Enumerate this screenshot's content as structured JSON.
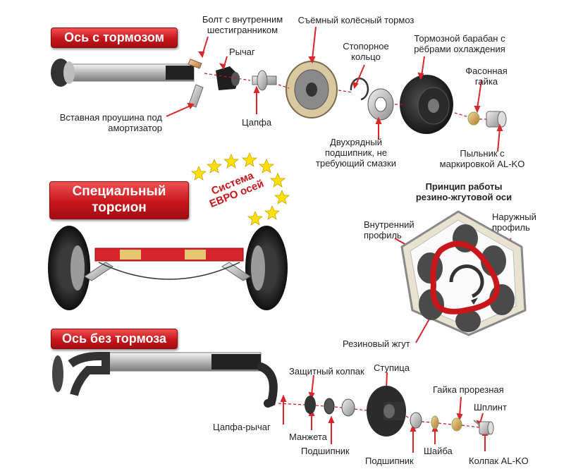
{
  "sections": {
    "brake_axle": "Ось с тормозом",
    "torsion": "Специальный торсион",
    "no_brake_axle": "Ось без тормоза"
  },
  "euro_badge": "Система ЕВРО осей",
  "brake_labels": {
    "bolt": "Болт с внутренним шестигранником",
    "drum_brake": "Съёмный колёсный тормоз",
    "lever": "Рычаг",
    "retaining_ring": "Стопорное кольцо",
    "brake_drum": "Тормозной барабан с рёбрами охлаждения",
    "shaped_nut": "Фасонная гайка",
    "shock_eye": "Вставная проушина под амортизатор",
    "stub": "Цапфа",
    "bearing": "Двухрядный подшипник, не требующий смазки",
    "dust_cap": "Пыльник с маркировкой AL-KO"
  },
  "principle": {
    "title": "Принцип работы резино-жгутовой оси",
    "inner": "Внутренний профиль",
    "outer": "Наружный профиль",
    "rubber": "Резиновый жгут"
  },
  "nobrake_labels": {
    "cover": "Защитный колпак",
    "hub": "Ступица",
    "slotted_nut": "Гайка прорезная",
    "cotter": "Шплинт",
    "stub_lever": "Цапфа-рычаг",
    "cuff": "Манжета",
    "bearing1": "Подшипник",
    "washer": "Шайба",
    "bearing2": "Подшипник",
    "cap": "Колпак AL-KO"
  },
  "colors": {
    "brand_red": "#c8161b",
    "arrow_red": "#d8262c",
    "star": "#ffe000"
  }
}
